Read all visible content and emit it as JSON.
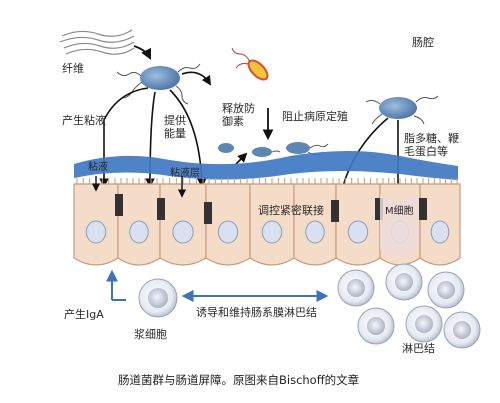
{
  "labels": {
    "fiber": "纤维",
    "lumen": "肠腔",
    "produce_mucus": "产生粘液",
    "provide_energy": "提供\n能量",
    "release_defensins": "释放防\n御素",
    "block_pathogen": "阻止病原定殖",
    "lps_flagellin": "脂多糖、鞭\n毛蛋白等",
    "mucus": "粘液",
    "mucus_layer": "粘液层",
    "regulate_tight_junction": "调控紧密联接",
    "m_cell": "M细胞",
    "produce_iga": "产生IgA",
    "plasma_cell": "浆细胞",
    "induce_maintain": "诱导和维持肠系膜淋巴结",
    "lymph_node": "淋巴结"
  },
  "caption": "肠道菌群与肠道屏障。原图来自Bischoff的文章",
  "colors": {
    "bacteria": "#5d86b3",
    "mucus": "#3f78c2",
    "cell_fill": "#f4dcc8",
    "cell_edge": "#c89a7c",
    "nucleus": "#d9e0ef",
    "junction": "#3a3a3a",
    "arrow_blue": "#3d73b8",
    "pathogen_red": "#d4503f",
    "pathogen_yellow": "#f4c339"
  }
}
